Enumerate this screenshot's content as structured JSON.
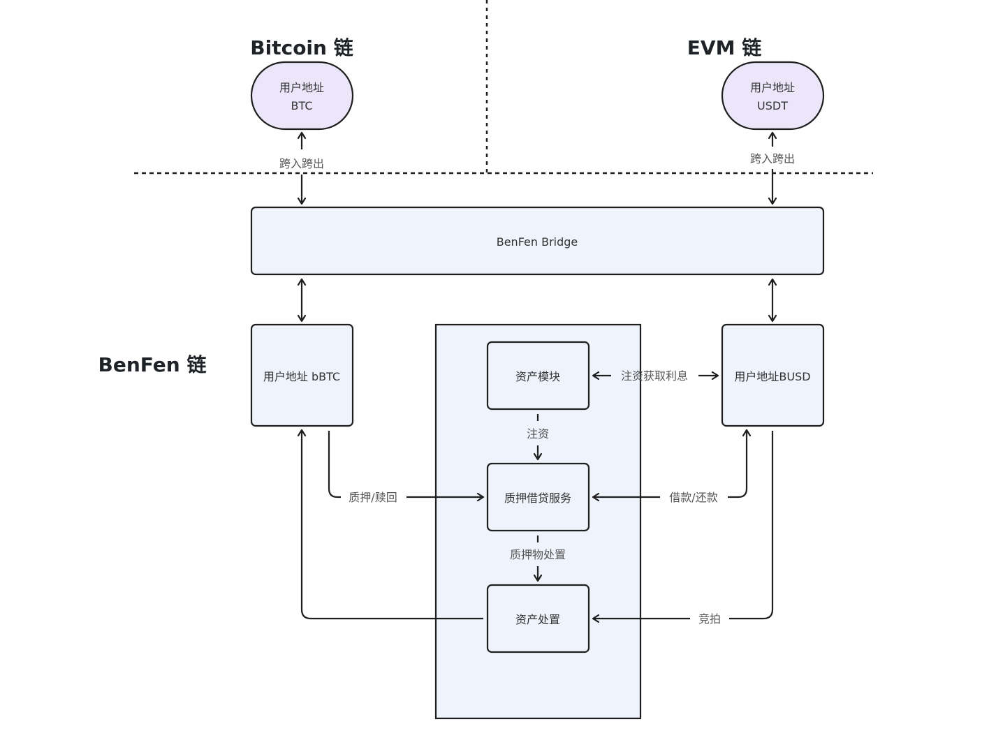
{
  "regions": {
    "bitcoin_title": "Bitcoin 链",
    "evm_title": "EVM 链",
    "benfen_title": "BenFen 链"
  },
  "nodes": {
    "btc_user": {
      "line1": "用户地址",
      "line2": "BTC"
    },
    "usdt_user": {
      "line1": "用户地址",
      "line2": "USDT"
    },
    "bridge": "BenFen Bridge",
    "bbtc_user": "用户地址 bBTC",
    "busd_user": "用户地址BUSD",
    "asset_module": "资产模块",
    "lending_service": "质押借贷服务",
    "asset_disposal": "资产处置"
  },
  "edges": {
    "btc_cross": "跨入跨出",
    "usdt_cross": "跨入跨出",
    "inject_interest": "注资获取利息",
    "inject": "注资",
    "pledge_redeem": "质押/赎回",
    "borrow_repay": "借款/还款",
    "collateral_disposal": "质押物处置",
    "auction": "竞拍"
  },
  "colors": {
    "ellipse_fill": "#ece6fb",
    "box_fill": "#eef3fc",
    "stroke": "#1e1e1e"
  }
}
